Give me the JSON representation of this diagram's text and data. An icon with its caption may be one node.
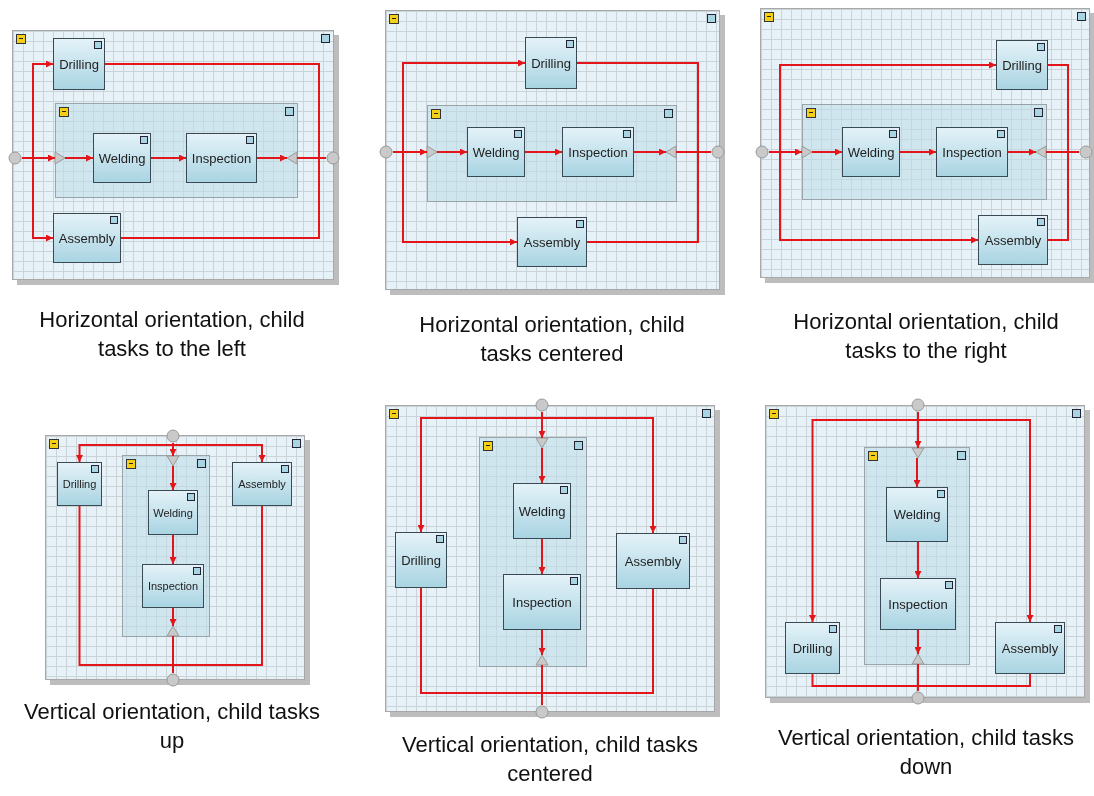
{
  "diagram": {
    "nodes": [
      {
        "text": [],
        "shape": "box"
      },
      {
        "text": [],
        "shape": "circle",
        "in": 0
      },
      {
        "text": [
          "Drilling"
        ],
        "in": 0
      },
      {
        "text": [],
        "shape": "box",
        "in": 0
      },
      {
        "text": [],
        "shape": "triangle",
        "in": 3
      },
      {
        "text": [
          "Welding"
        ],
        "in": 3
      },
      {
        "text": [
          "Inspection"
        ],
        "in": 3
      },
      {
        "text": [],
        "shape": "triangle",
        "in": 3
      },
      {
        "text": [
          "Assembly"
        ],
        "in": 0
      },
      {
        "text": [],
        "shape": "circle",
        "in": 0
      },
      {
        "text": [],
        "shape": "box"
      },
      {
        "text": [],
        "shape": "circle",
        "in": 10
      },
      {
        "text": [
          "Drilling"
        ],
        "in": 10
      },
      {
        "text": [],
        "shape": "box",
        "in": 10
      },
      {
        "text": [],
        "shape": "triangle",
        "in": 13
      },
      {
        "text": [
          "Welding"
        ],
        "in": 13
      },
      {
        "text": [
          "Inspection"
        ],
        "in": 13
      },
      {
        "text": [],
        "shape": "triangle",
        "in": 13
      },
      {
        "text": [
          "Assembly"
        ],
        "in": 10
      },
      {
        "text": [],
        "shape": "circle",
        "in": 10
      },
      {
        "text": [],
        "shape": "box"
      },
      {
        "text": [],
        "shape": "circle",
        "in": 20
      },
      {
        "text": [
          "Drilling"
        ],
        "in": 20
      },
      {
        "text": [],
        "shape": "box",
        "in": 20
      },
      {
        "text": [],
        "shape": "triangle",
        "in": 23
      },
      {
        "text": [
          "Welding"
        ],
        "in": 23
      },
      {
        "text": [
          "Inspection"
        ],
        "in": 23
      },
      {
        "text": [],
        "shape": "triangle",
        "in": 23
      },
      {
        "text": [
          "Assembly"
        ],
        "in": 20
      },
      {
        "text": [],
        "shape": "circle",
        "in": 20
      },
      {
        "text": [],
        "shape": "box"
      },
      {
        "text": [],
        "shape": "circle",
        "in": 30
      },
      {
        "text": [
          "Drilling"
        ],
        "in": 30
      },
      {
        "text": [],
        "shape": "box",
        "in": 30
      },
      {
        "text": [],
        "shape": "triangle",
        "in": 33
      },
      {
        "text": [
          "Welding"
        ],
        "in": 33
      },
      {
        "text": [
          "Inspection"
        ],
        "in": 33
      },
      {
        "text": [],
        "shape": "triangle",
        "in": 33
      },
      {
        "text": [
          "Assembly"
        ],
        "in": 30
      },
      {
        "text": [],
        "shape": "circle",
        "in": 30
      },
      {
        "text": [],
        "shape": "box"
      },
      {
        "text": [],
        "shape": "circle",
        "in": 40
      },
      {
        "text": [
          "Drilling"
        ],
        "in": 40
      },
      {
        "text": [],
        "shape": "box",
        "in": 40
      },
      {
        "text": [],
        "shape": "triangle",
        "in": 43
      },
      {
        "text": [
          "Welding"
        ],
        "in": 43
      },
      {
        "text": [
          "Inspection"
        ],
        "in": 43
      },
      {
        "text": [],
        "shape": "triangle",
        "in": 43
      },
      {
        "text": [
          "Assembly"
        ],
        "in": 40
      },
      {
        "text": [],
        "shape": "circle",
        "in": 40
      },
      {
        "text": [],
        "shape": "box"
      },
      {
        "text": [],
        "shape": "circle",
        "in": 50
      },
      {
        "text": [
          "Drilling"
        ],
        "in": 50
      },
      {
        "text": [],
        "shape": "box",
        "in": 50
      },
      {
        "text": [],
        "shape": "triangle",
        "in": 53
      },
      {
        "text": [
          "Welding"
        ],
        "in": 53
      },
      {
        "text": [
          "Inspection"
        ],
        "in": 53
      },
      {
        "text": [],
        "shape": "triangle",
        "in": 53
      },
      {
        "text": [
          "Assembly"
        ],
        "in": 50
      },
      {
        "text": [],
        "shape": "circle",
        "in": 50
      }
    ],
    "edges": [
      {
        "from": 1,
        "to": 2,
        "arrow": "to"
      },
      {
        "from": 1,
        "to": 4,
        "arrow": "to"
      },
      {
        "from": 1,
        "to": 8,
        "arrow": "to"
      },
      {
        "from": 4,
        "to": 5,
        "arrow": "to"
      },
      {
        "from": 5,
        "to": 6,
        "arrow": "to"
      },
      {
        "from": 6,
        "to": 7,
        "arrow": "to"
      },
      {
        "from": 2,
        "to": 9,
        "arrow": "none"
      },
      {
        "from": 7,
        "to": 9,
        "arrow": "none"
      },
      {
        "from": 8,
        "to": 9,
        "arrow": "none"
      },
      {
        "from": 11,
        "to": 12,
        "arrow": "to"
      },
      {
        "from": 11,
        "to": 14,
        "arrow": "to"
      },
      {
        "from": 11,
        "to": 18,
        "arrow": "to"
      },
      {
        "from": 14,
        "to": 15,
        "arrow": "to"
      },
      {
        "from": 15,
        "to": 16,
        "arrow": "to"
      },
      {
        "from": 16,
        "to": 17,
        "arrow": "to"
      },
      {
        "from": 12,
        "to": 19,
        "arrow": "none"
      },
      {
        "from": 17,
        "to": 19,
        "arrow": "none"
      },
      {
        "from": 18,
        "to": 19,
        "arrow": "none"
      },
      {
        "from": 21,
        "to": 22,
        "arrow": "to"
      },
      {
        "from": 21,
        "to": 24,
        "arrow": "to"
      },
      {
        "from": 21,
        "to": 28,
        "arrow": "to"
      },
      {
        "from": 24,
        "to": 25,
        "arrow": "to"
      },
      {
        "from": 25,
        "to": 26,
        "arrow": "to"
      },
      {
        "from": 26,
        "to": 27,
        "arrow": "to"
      },
      {
        "from": 22,
        "to": 29,
        "arrow": "none"
      },
      {
        "from": 27,
        "to": 29,
        "arrow": "none"
      },
      {
        "from": 28,
        "to": 29,
        "arrow": "none"
      },
      {
        "from": 31,
        "to": 32,
        "arrow": "to"
      },
      {
        "from": 31,
        "to": 34,
        "arrow": "to"
      },
      {
        "from": 31,
        "to": 38,
        "arrow": "to"
      },
      {
        "from": 34,
        "to": 35,
        "arrow": "to"
      },
      {
        "from": 35,
        "to": 36,
        "arrow": "to"
      },
      {
        "from": 36,
        "to": 37,
        "arrow": "to"
      },
      {
        "from": 32,
        "to": 39,
        "arrow": "none"
      },
      {
        "from": 37,
        "to": 39,
        "arrow": "none"
      },
      {
        "from": 38,
        "to": 39,
        "arrow": "none"
      },
      {
        "from": 41,
        "to": 42,
        "arrow": "to"
      },
      {
        "from": 41,
        "to": 44,
        "arrow": "to"
      },
      {
        "from": 41,
        "to": 48,
        "arrow": "to"
      },
      {
        "from": 44,
        "to": 45,
        "arrow": "to"
      },
      {
        "from": 45,
        "to": 46,
        "arrow": "to"
      },
      {
        "from": 46,
        "to": 47,
        "arrow": "to"
      },
      {
        "from": 42,
        "to": 49,
        "arrow": "none"
      },
      {
        "from": 47,
        "to": 49,
        "arrow": "none"
      },
      {
        "from": 48,
        "to": 49,
        "arrow": "none"
      },
      {
        "from": 51,
        "to": 52,
        "arrow": "to"
      },
      {
        "from": 51,
        "to": 54,
        "arrow": "to"
      },
      {
        "from": 51,
        "to": 58,
        "arrow": "to"
      },
      {
        "from": 54,
        "to": 55,
        "arrow": "to"
      },
      {
        "from": 55,
        "to": 56,
        "arrow": "to"
      },
      {
        "from": 56,
        "to": 57,
        "arrow": "to"
      },
      {
        "from": 52,
        "to": 59,
        "arrow": "none"
      },
      {
        "from": 57,
        "to": 59,
        "arrow": "none"
      },
      {
        "from": 58,
        "to": 59,
        "arrow": "none"
      }
    ],
    "labels": [
      "Horizontal orientation, child tasks to the left",
      "Horizontal orientation, child tasks centered",
      "Horizontal orientation, child tasks to the right",
      "Vertical orientation, child tasks up",
      "Vertical orientation, child tasks centered",
      "Vertical orientation, child tasks down"
    ]
  }
}
